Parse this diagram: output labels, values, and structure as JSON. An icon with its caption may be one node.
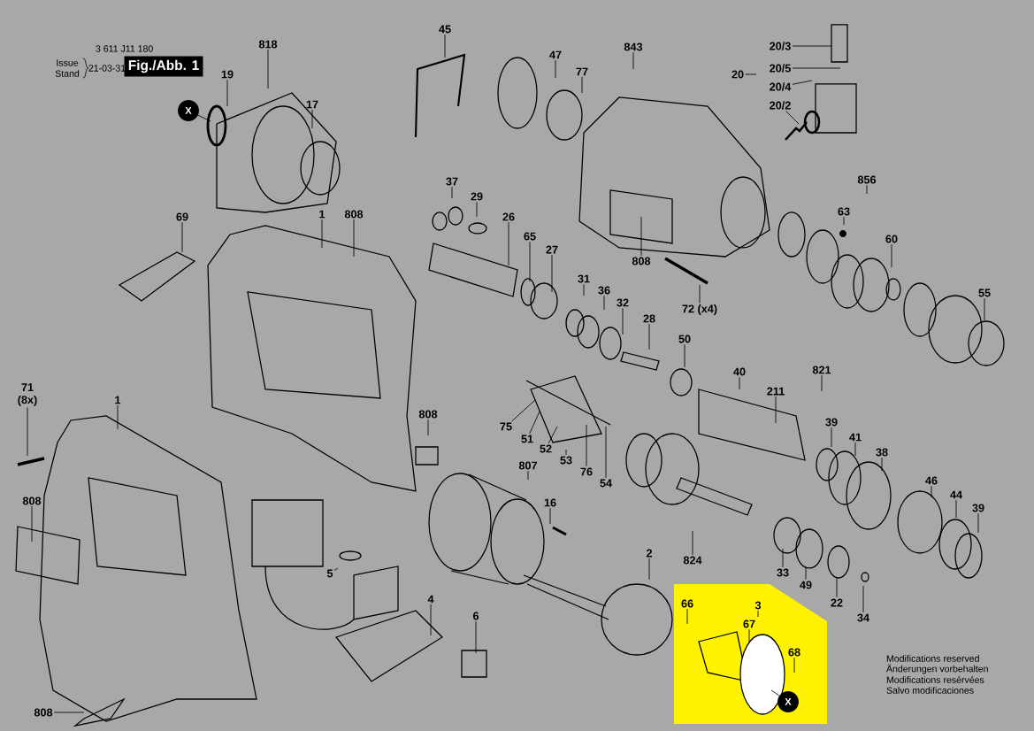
{
  "diagram": {
    "nodes": [
      {
        "text": [
          "Fig./Abb. 1"
        ]
      },
      {
        "text": [
          "45"
        ]
      },
      {
        "text": [
          "818"
        ]
      },
      {
        "text": [
          "843"
        ]
      },
      {
        "text": [
          "20/3"
        ]
      },
      {
        "text": [
          "47"
        ]
      },
      {
        "text": [
          "20/5"
        ]
      },
      {
        "text": [
          "77"
        ]
      },
      {
        "text": [
          "20"
        ]
      },
      {
        "text": [
          "19"
        ]
      },
      {
        "text": [
          "20/4"
        ]
      },
      {
        "text": [
          "20/2"
        ]
      },
      {
        "text": [
          "17"
        ]
      },
      {
        "text": [
          "X"
        ]
      },
      {
        "text": [
          "856"
        ]
      },
      {
        "text": [
          "37"
        ]
      },
      {
        "text": [
          "29"
        ]
      },
      {
        "text": [
          "63"
        ]
      },
      {
        "text": [
          "1"
        ]
      },
      {
        "text": [
          "808"
        ]
      },
      {
        "text": [
          "26"
        ]
      },
      {
        "text": [
          "69"
        ]
      },
      {
        "text": [
          "65"
        ]
      },
      {
        "text": [
          "60"
        ]
      },
      {
        "text": [
          "27"
        ]
      },
      {
        "text": [
          "808"
        ]
      },
      {
        "text": [
          "31"
        ]
      },
      {
        "text": [
          "36"
        ]
      },
      {
        "text": [
          "55"
        ]
      },
      {
        "text": [
          "32"
        ]
      },
      {
        "text": [
          "72 (x4)"
        ]
      },
      {
        "text": [
          "28"
        ]
      },
      {
        "text": [
          "50"
        ]
      },
      {
        "text": [
          "821"
        ]
      },
      {
        "text": [
          "40"
        ]
      },
      {
        "text": [
          "71 (8x)"
        ]
      },
      {
        "text": [
          "211"
        ]
      },
      {
        "text": [
          "1"
        ]
      },
      {
        "text": [
          "75"
        ]
      },
      {
        "text": [
          "39"
        ]
      },
      {
        "text": [
          "808"
        ]
      },
      {
        "text": [
          "41"
        ]
      },
      {
        "text": [
          "51"
        ]
      },
      {
        "text": [
          "52"
        ]
      },
      {
        "text": [
          "38"
        ]
      },
      {
        "text": [
          "53"
        ]
      },
      {
        "text": [
          "807"
        ]
      },
      {
        "text": [
          "76"
        ]
      },
      {
        "text": [
          "46"
        ]
      },
      {
        "text": [
          "54"
        ]
      },
      {
        "text": [
          "44"
        ]
      },
      {
        "text": [
          "808"
        ]
      },
      {
        "text": [
          "16"
        ]
      },
      {
        "text": [
          "39"
        ]
      },
      {
        "text": [
          "2"
        ]
      },
      {
        "text": [
          "824"
        ]
      },
      {
        "text": [
          "33"
        ]
      },
      {
        "text": [
          "5"
        ]
      },
      {
        "text": [
          "49"
        ]
      },
      {
        "text": [
          "4"
        ]
      },
      {
        "text": [
          "22"
        ]
      },
      {
        "text": [
          "66"
        ]
      },
      {
        "text": [
          "3"
        ]
      },
      {
        "text": [
          "34"
        ]
      },
      {
        "text": [
          "6"
        ]
      },
      {
        "text": [
          "67"
        ]
      },
      {
        "text": [
          "68"
        ]
      },
      {
        "text": [
          "X"
        ]
      },
      {
        "text": [
          "808"
        ]
      }
    ],
    "edges": [
      {
        "from": 1,
        "to": null,
        "arrow": "none"
      },
      {
        "from": 2,
        "to": null,
        "arrow": "none"
      },
      {
        "from": 3,
        "to": null,
        "arrow": "none"
      },
      {
        "from": 4,
        "to": null,
        "arrow": "none"
      },
      {
        "from": 5,
        "to": null,
        "arrow": "none"
      },
      {
        "from": 6,
        "to": null,
        "arrow": "none"
      },
      {
        "from": 7,
        "to": null,
        "arrow": "none"
      },
      {
        "from": 8,
        "to": null,
        "arrow": "none"
      },
      {
        "from": 9,
        "to": null,
        "arrow": "none"
      },
      {
        "from": 10,
        "to": null,
        "arrow": "none"
      },
      {
        "from": 11,
        "to": null,
        "arrow": "none"
      },
      {
        "from": 12,
        "to": null,
        "arrow": "none"
      },
      {
        "from": 13,
        "to": null,
        "arrow": "none"
      },
      {
        "from": 14,
        "to": null,
        "arrow": "none"
      },
      {
        "from": 15,
        "to": null,
        "arrow": "none"
      },
      {
        "from": 16,
        "to": null,
        "arrow": "none"
      },
      {
        "from": 17,
        "to": null,
        "arrow": "none"
      },
      {
        "from": 18,
        "to": null,
        "arrow": "none"
      },
      {
        "from": 19,
        "to": null,
        "arrow": "none"
      },
      {
        "from": 20,
        "to": null,
        "arrow": "none"
      },
      {
        "from": 21,
        "to": null,
        "arrow": "none"
      },
      {
        "from": 22,
        "to": null,
        "arrow": "none"
      },
      {
        "from": 23,
        "to": null,
        "arrow": "none"
      },
      {
        "from": 24,
        "to": null,
        "arrow": "none"
      },
      {
        "from": 25,
        "to": null,
        "arrow": "none"
      },
      {
        "from": 26,
        "to": null,
        "arrow": "none"
      },
      {
        "from": 27,
        "to": null,
        "arrow": "none"
      },
      {
        "from": 28,
        "to": null,
        "arrow": "none"
      },
      {
        "from": 29,
        "to": null,
        "arrow": "none"
      },
      {
        "from": 30,
        "to": null,
        "arrow": "none"
      },
      {
        "from": 31,
        "to": null,
        "arrow": "none"
      },
      {
        "from": 32,
        "to": null,
        "arrow": "none"
      },
      {
        "from": 33,
        "to": null,
        "arrow": "none"
      },
      {
        "from": 34,
        "to": null,
        "arrow": "none"
      },
      {
        "from": 35,
        "to": null,
        "arrow": "none"
      },
      {
        "from": 36,
        "to": null,
        "arrow": "none"
      },
      {
        "from": 37,
        "to": null,
        "arrow": "none"
      },
      {
        "from": 38,
        "to": null,
        "arrow": "none"
      },
      {
        "from": 39,
        "to": null,
        "arrow": "none"
      },
      {
        "from": 40,
        "to": null,
        "arrow": "none"
      },
      {
        "from": 41,
        "to": null,
        "arrow": "none"
      },
      {
        "from": 42,
        "to": null,
        "arrow": "none"
      },
      {
        "from": 43,
        "to": null,
        "arrow": "none"
      },
      {
        "from": 44,
        "to": null,
        "arrow": "none"
      },
      {
        "from": 45,
        "to": null,
        "arrow": "none"
      },
      {
        "from": 46,
        "to": null,
        "arrow": "none"
      },
      {
        "from": 47,
        "to": null,
        "arrow": "none"
      },
      {
        "from": 48,
        "to": null,
        "arrow": "none"
      },
      {
        "from": 49,
        "to": null,
        "arrow": "none"
      },
      {
        "from": 50,
        "to": null,
        "arrow": "none"
      },
      {
        "from": 51,
        "to": null,
        "arrow": "none"
      },
      {
        "from": 52,
        "to": null,
        "arrow": "none"
      },
      {
        "from": 53,
        "to": null,
        "arrow": "none"
      },
      {
        "from": 54,
        "to": null,
        "arrow": "none"
      },
      {
        "from": 55,
        "to": null,
        "arrow": "none"
      },
      {
        "from": 56,
        "to": null,
        "arrow": "none"
      },
      {
        "from": 57,
        "to": null,
        "arrow": "none"
      },
      {
        "from": 58,
        "to": null,
        "arrow": "none"
      },
      {
        "from": 59,
        "to": null,
        "arrow": "none"
      },
      {
        "from": 60,
        "to": null,
        "arrow": "none"
      },
      {
        "from": 61,
        "to": null,
        "arrow": "none"
      },
      {
        "from": 62,
        "to": null,
        "arrow": "none"
      },
      {
        "from": 63,
        "to": null,
        "arrow": "none"
      },
      {
        "from": 64,
        "to": null,
        "arrow": "none"
      },
      {
        "from": 65,
        "to": null,
        "arrow": "none"
      },
      {
        "from": 66,
        "to": null,
        "arrow": "none"
      },
      {
        "from": 67,
        "to": null,
        "arrow": "none"
      },
      {
        "from": 68,
        "to": null,
        "arrow": "none"
      }
    ],
    "labels": [
      "3 611 J11 180",
      "Issue",
      "Stand",
      "21-03-31",
      "Modifications reserved",
      "Änderungen vorbehalten",
      "Modifications resérvées",
      "Salvo modificaciones"
    ]
  }
}
